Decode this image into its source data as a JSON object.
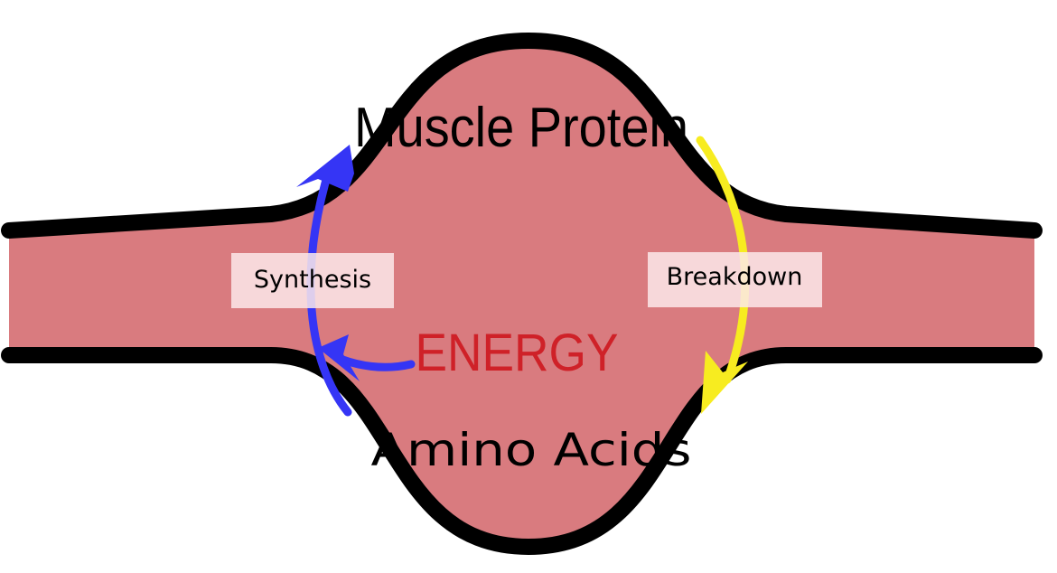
{
  "diagram": {
    "nodes": {
      "muscle_protein": "Muscle Protein",
      "amino_acids": "Amino Acids",
      "energy": "ENERGY"
    },
    "edges": {
      "synthesis": "Synthesis",
      "breakdown": "Breakdown"
    }
  },
  "colors": {
    "muscle_fill": "#d97b7f",
    "outline": "#000000",
    "synthesis_arrow": "#3535f5",
    "breakdown_arrow": "#f7ec20",
    "energy_text": "#cf2128",
    "label_box": "#fbe9ea"
  }
}
